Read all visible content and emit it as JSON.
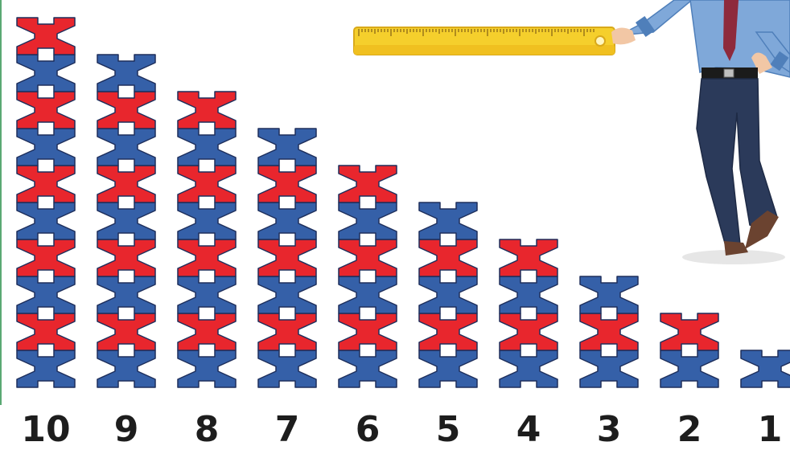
{
  "colors": {
    "block_red": "#e8262d",
    "block_blue": "#3560a8",
    "block_outline": "#1e2f5c",
    "ruler_yellow": "#f5cf2c",
    "ruler_edge": "#d9a91a",
    "shirt": "#7fa8d9",
    "tie": "#8e2a3c",
    "trousers": "#2b3a5a",
    "shoes": "#6b4330",
    "skin": "#f2c7a5",
    "shadow": "#e6e6e6",
    "label": "#1d1d1d"
  },
  "stacks": [
    {
      "label": "10",
      "count": 10
    },
    {
      "label": "9",
      "count": 9
    },
    {
      "label": "8",
      "count": 8
    },
    {
      "label": "7",
      "count": 7
    },
    {
      "label": "6",
      "count": 6
    },
    {
      "label": "5",
      "count": 5
    },
    {
      "label": "4",
      "count": 4
    },
    {
      "label": "3",
      "count": 3
    },
    {
      "label": "2",
      "count": 2
    },
    {
      "label": "1",
      "count": 1
    }
  ],
  "icons": {
    "block": "interlocking-block-icon",
    "ruler": "ruler-icon",
    "person": "teacher-figure"
  }
}
